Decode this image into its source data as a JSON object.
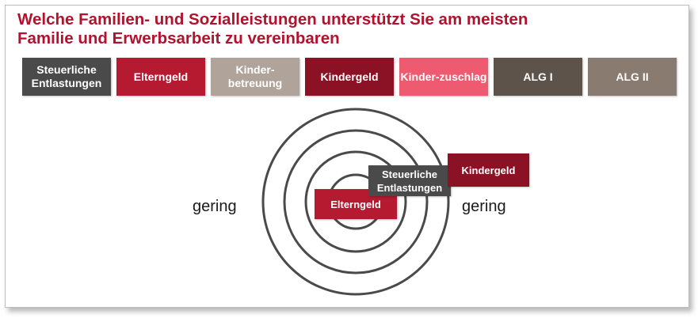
{
  "title": {
    "line1": "Welche Familien- und Sozialleistungen unterstützt Sie am meisten",
    "line2": "Familie und Erwerbsarbeit zu vereinbaren"
  },
  "categories": [
    {
      "key": "steuer",
      "line1": "Steuerliche",
      "line2": "Entlastungen",
      "color": "#4a4a4a"
    },
    {
      "key": "elterngeld",
      "line1": "Elterngeld",
      "line2": "",
      "color": "#b51a31"
    },
    {
      "key": "kinderbetreuung",
      "line1": "Kinder-",
      "line2": "betreuung",
      "color": "#b0a39a"
    },
    {
      "key": "kindergeld",
      "line1": "Kindergeld",
      "line2": "",
      "color": "#8a1224"
    },
    {
      "key": "kinderzuschlag",
      "line1": "Kinder-zuschlag",
      "line2": "",
      "color": "#ee5a6f"
    },
    {
      "key": "alg1",
      "line1": "ALG I",
      "line2": "",
      "color": "#5e534b"
    },
    {
      "key": "alg2",
      "line1": "ALG II",
      "line2": "",
      "color": "#8a7b70"
    }
  ],
  "target": {
    "left_label": "gering",
    "right_label": "gering",
    "ring_color": "#4a4a4a",
    "placed": [
      {
        "key": "elterngeld",
        "line1": "Elterngeld",
        "line2": "",
        "color": "#b51a31"
      },
      {
        "key": "steuer",
        "line1": "Steuerliche",
        "line2": "Entlastungen",
        "color": "#4a4a4a"
      },
      {
        "key": "kindergeld",
        "line1": "Kindergeld",
        "line2": "",
        "color": "#8a1224"
      }
    ]
  }
}
